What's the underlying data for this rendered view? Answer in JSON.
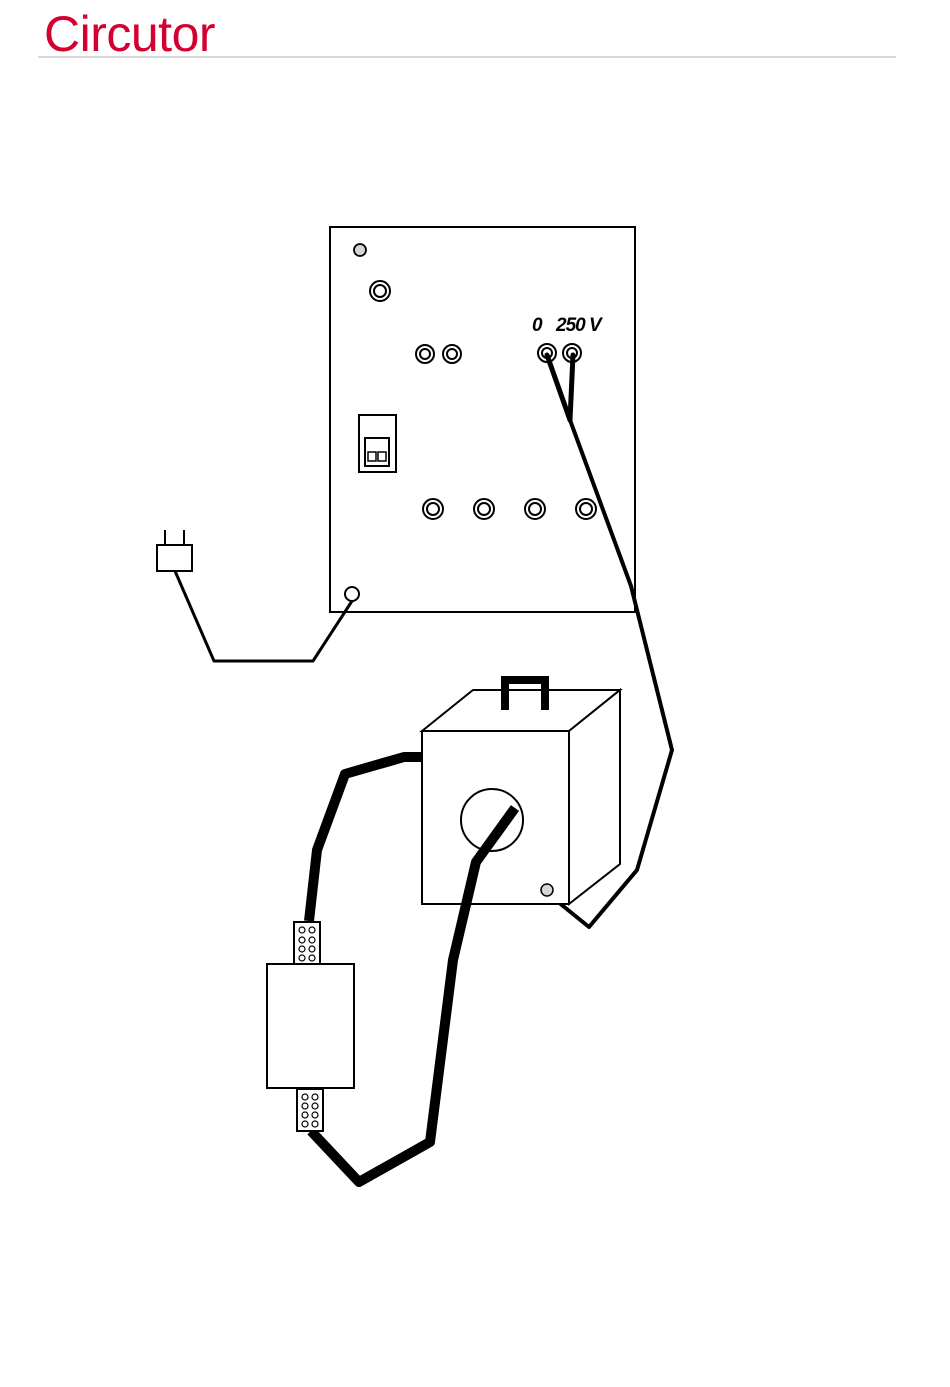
{
  "header": {
    "brand": "Circutor",
    "accent_color": "#d50032",
    "rule_color": "#d9d9d9"
  },
  "diagram": {
    "terminal_label_zero": "0",
    "terminal_label_range": "250 V",
    "line_color": "#000000",
    "background_color": "#ffffff",
    "pilot_light_color": "#d6d6d6"
  }
}
